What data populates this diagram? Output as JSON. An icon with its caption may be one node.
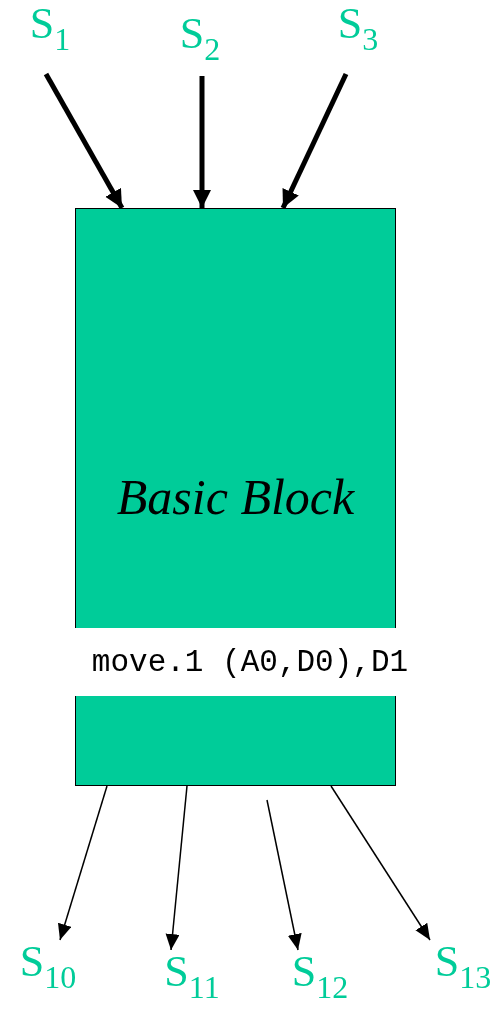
{
  "diagram": {
    "nodes": [
      {
        "text": [
          "S$_{1}$"
        ]
      },
      {
        "text": [
          "S$_{2}$"
        ]
      },
      {
        "text": [
          "S$_{3}$"
        ]
      },
      {
        "text": [
          "Basic Block"
        ]
      },
      {
        "text": [
          "move.1 (A0,D0),D1"
        ]
      },
      {
        "text": [
          "S$_{10}$"
        ]
      },
      {
        "text": [
          "S$_{11}$"
        ]
      },
      {
        "text": [
          "S$_{12}$"
        ]
      },
      {
        "text": [
          "S$_{13}$"
        ]
      }
    ],
    "edges": [
      {
        "from": 0,
        "to": 3,
        "arrow": "to",
        "style": "thick"
      },
      {
        "from": 1,
        "to": 3,
        "arrow": "to",
        "style": "thick"
      },
      {
        "from": 2,
        "to": 3,
        "arrow": "to",
        "style": "thick"
      },
      {
        "from": 3,
        "to": 5,
        "arrow": "to"
      },
      {
        "from": 3,
        "to": 6,
        "arrow": "to"
      },
      {
        "from": null,
        "to": 7,
        "arrow": "to"
      },
      {
        "from": 3,
        "to": 8,
        "arrow": "to"
      }
    ]
  }
}
